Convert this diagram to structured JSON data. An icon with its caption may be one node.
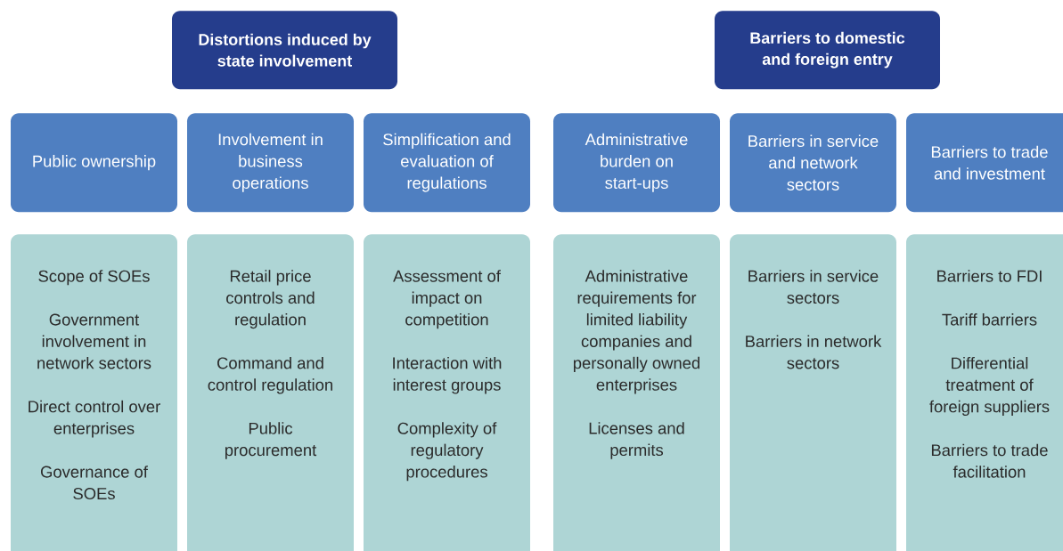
{
  "diagram": {
    "nodes": [
      {
        "text": [
          "Distortions induced by state involvement"
        ]
      },
      {
        "text": [
          "Barriers to domestic and foreign entry"
        ]
      },
      {
        "text": [
          "Public ownership"
        ]
      },
      {
        "text": [
          "Involvement in business operations"
        ]
      },
      {
        "text": [
          "Simplification and evaluation of regulations"
        ]
      },
      {
        "text": [
          "Administrative burden on start-ups"
        ]
      },
      {
        "text": [
          "Barriers in service and network sectors"
        ]
      },
      {
        "text": [
          "Barriers to trade and investment"
        ]
      },
      {
        "text": [
          "Scope of SOEs",
          "Government involvement in network sectors",
          "Direct control over enterprises",
          "Governance of SOEs"
        ]
      },
      {
        "text": [
          "Retail price controls and regulation",
          "Command and control regulation",
          "Public procurement"
        ]
      },
      {
        "text": [
          "Assessment of impact on competition",
          "Interaction with interest groups",
          "Complexity of regulatory procedures"
        ]
      },
      {
        "text": [
          "Administrative requirements for limited liability companies and personally owned enterprises",
          "Licenses and permits"
        ]
      },
      {
        "text": [
          "Barriers in service sectors",
          "Barriers in network sectors"
        ]
      },
      {
        "text": [
          "Barriers to FDI",
          "Tariff barriers",
          "Differential treatment of foreign suppliers",
          "Barriers to trade facilitation"
        ]
      }
    ]
  }
}
